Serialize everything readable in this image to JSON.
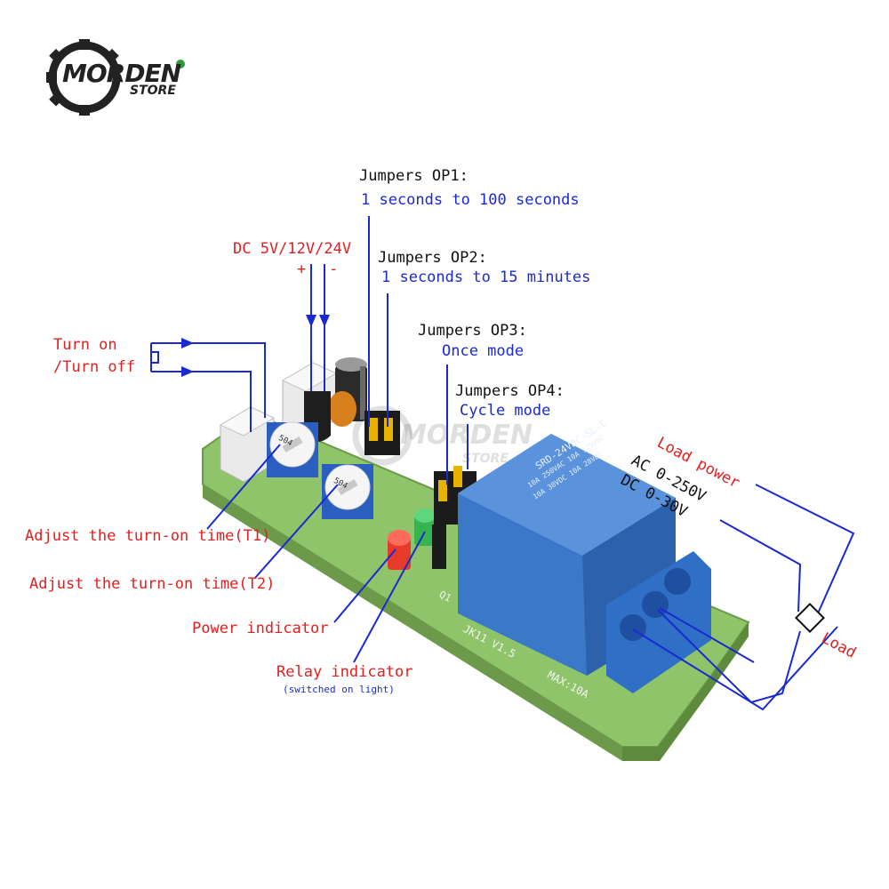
{
  "brand": {
    "name": "MORDEN",
    "sub": "STORE",
    "accent": "#2e9b3a",
    "dark": "#222222"
  },
  "watermark": {
    "name": "MORDEN",
    "sub": "STORE"
  },
  "colors": {
    "annotation_red": "#e02020",
    "annotation_blue": "#1a2ad0",
    "pcb_green": "#8fc46a",
    "relay_blue": "#3b78c8"
  },
  "labels": {
    "turn_on": "Turn on",
    "turn_off": "/Turn off",
    "dc_power": "DC 5V/12V/24V",
    "plus": "+",
    "minus": "-",
    "op1_title": "Jumpers OP1:",
    "op1_desc": "1 seconds to 100 seconds",
    "op2_title": "Jumpers OP2:",
    "op2_desc": "1 seconds to 15 minutes",
    "op3_title": "Jumpers OP3:",
    "op3_desc": "Once mode",
    "op4_title": "Jumpers OP4:",
    "op4_desc": "Cycle mode",
    "load_power": "Load power",
    "ac_range": "AC 0-250V",
    "dc_range": "DC 0-30V",
    "load": "Load",
    "adjust_t1": "Adjust the turn-on time(T1)",
    "adjust_t2": "Adjust the turn-on time(T2)",
    "power_indicator": "Power indicator",
    "relay_indicator": "Relay indicator",
    "relay_indicator_note": "(switched on light)"
  },
  "board": {
    "relay_model": "SRD-24VDC-SL-C",
    "relay_rating_1": "10A 250VAC 10A 125VAC",
    "relay_rating_2": "10A 30VDC 10A 28VDC",
    "board_name": "JK11 V1.5",
    "max_current": "MAX:10A",
    "q1": "Q1",
    "pot1": "504",
    "pot2": "504"
  }
}
